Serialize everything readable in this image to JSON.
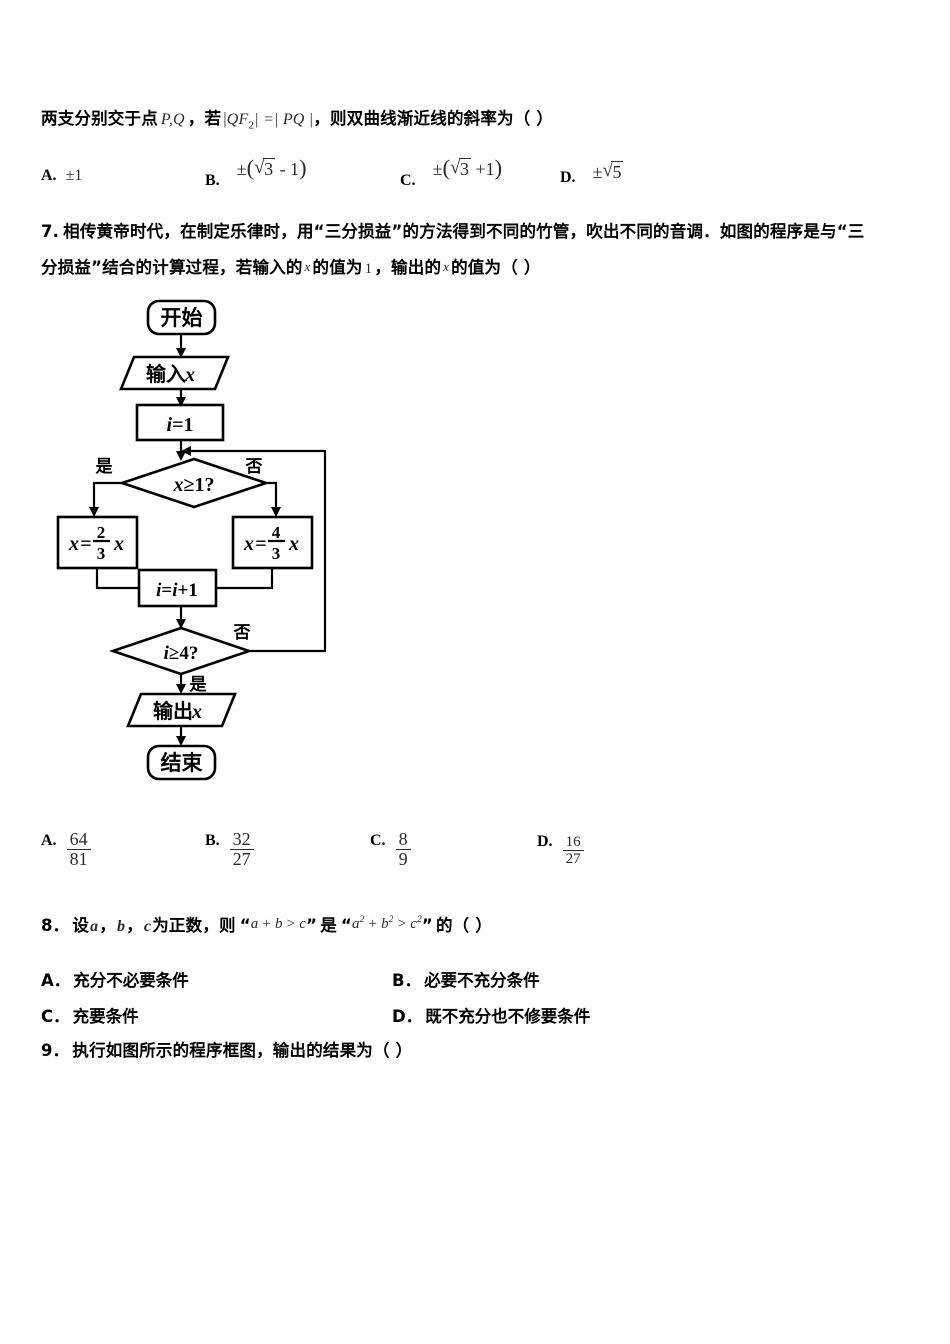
{
  "document": {
    "type": "math-exam-page",
    "language": "zh-CN"
  },
  "q6_tail": {
    "text_a": "两支分别交于点",
    "math_pq": "P,Q",
    "text_b": "，若",
    "math_cond_open": "|",
    "math_cond": "QF",
    "math_cond_sub": "2",
    "math_cond_eq": "| =| PQ |",
    "text_c": "，则双曲线渐近线的斜率为（   ）",
    "options": [
      {
        "label": "A.",
        "value": "±1",
        "kind": "plain"
      },
      {
        "label": "B.",
        "value": "±(√3 - 1)",
        "kind": "paren-sqrt",
        "sign": "-",
        "radicand": "3",
        "term": "1"
      },
      {
        "label": "C.",
        "value": "±(√3 + 1)",
        "kind": "paren-sqrt",
        "sign": "+",
        "radicand": "3",
        "term": "1"
      },
      {
        "label": "D.",
        "value": "±√5",
        "kind": "sqrt",
        "radicand": "5"
      }
    ]
  },
  "q7": {
    "number": "7.",
    "line1": "相传黄帝时代，在制定乐律时，用“三分损益”的方法得到不同的竹管，吹出不同的音调．如图的程序是与“三",
    "line2_a": "分损益”结合的计算过程，若输入的",
    "line2_var1": "x",
    "line2_b": "的值为",
    "line2_val": "1",
    "line2_c": "，输出的",
    "line2_var2": "x",
    "line2_d": "的值为（   ）",
    "flowchart": {
      "title": "program-flowchart",
      "nodes": [
        {
          "id": "start",
          "shape": "terminator",
          "label": "开始"
        },
        {
          "id": "input",
          "shape": "parallelogram",
          "label": "输入x"
        },
        {
          "id": "init",
          "shape": "rectangle",
          "label": "i=1"
        },
        {
          "id": "cond1",
          "shape": "diamond",
          "label": "x≥1?"
        },
        {
          "id": "assign1",
          "shape": "rectangle",
          "label": "x=2/3 x",
          "lhs": "x=",
          "num": "2",
          "den": "3",
          "rhs": "x"
        },
        {
          "id": "assign2",
          "shape": "rectangle",
          "label": "x=4/3 x",
          "lhs": "x=",
          "num": "4",
          "den": "3",
          "rhs": "x"
        },
        {
          "id": "incr",
          "shape": "rectangle",
          "label": "i=i+1"
        },
        {
          "id": "cond2",
          "shape": "diamond",
          "label": "i≥4?"
        },
        {
          "id": "output",
          "shape": "parallelogram",
          "label": "输出x"
        },
        {
          "id": "end",
          "shape": "terminator",
          "label": "结束"
        }
      ],
      "edge_labels": {
        "cond1_yes": "是",
        "cond1_no": "否",
        "cond2_no": "否",
        "cond2_yes": "是"
      }
    },
    "options": [
      {
        "label": "A.",
        "num": "64",
        "den": "81"
      },
      {
        "label": "B.",
        "num": "32",
        "den": "27"
      },
      {
        "label": "C.",
        "num": "8",
        "den": "9"
      },
      {
        "label": "D.",
        "num": "16",
        "den": "27"
      }
    ]
  },
  "q8": {
    "number": "8．",
    "text_a": "设",
    "var_a": "a",
    "sep1": "，",
    "var_b": "b",
    "sep2": "，",
    "var_c": "c",
    "text_b": "为正数，则",
    "quote_open": "“",
    "expr1": "a + b > c",
    "quote_close": "”",
    "text_mid": "是",
    "expr2_base": "a",
    "expr2": "a² + b² > c²",
    "text_c": "的（   ）",
    "options": [
      {
        "label": "A．",
        "text": "充分不必要条件"
      },
      {
        "label": "B．",
        "text": "必要不充分条件"
      },
      {
        "label": "C．",
        "text": "充要条件"
      },
      {
        "label": "D．",
        "text": "既不充分也不修要条件"
      }
    ]
  },
  "q9": {
    "number": "9．",
    "text": "执行如图所示的程序框图，输出的结果为（   ）"
  },
  "colors": {
    "ink": "#000000",
    "math_ink": "#2b2b2b",
    "paper": "#ffffff"
  }
}
